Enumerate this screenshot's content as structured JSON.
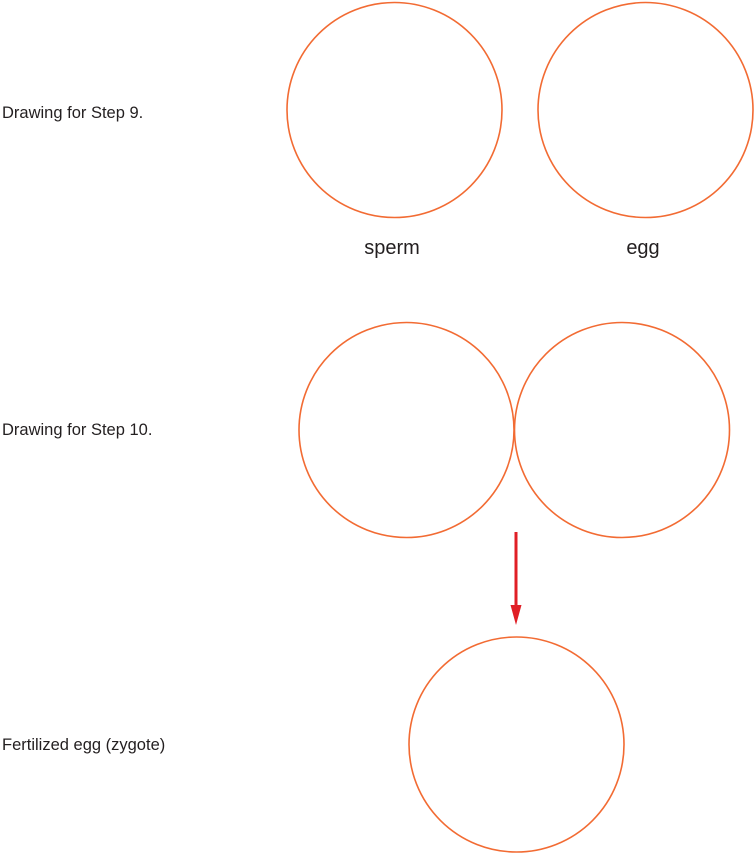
{
  "rows": [
    {
      "label": "Drawing for Step 9."
    },
    {
      "label": "Drawing for Step 10."
    },
    {
      "label": "Fertilized egg (zygote)"
    }
  ],
  "step9": {
    "cells": [
      {
        "label": "sperm"
      },
      {
        "label": "egg"
      }
    ]
  },
  "colors": {
    "circle_stroke": "#f26b33",
    "arrow": "#e01f26",
    "text": "#231f20"
  }
}
